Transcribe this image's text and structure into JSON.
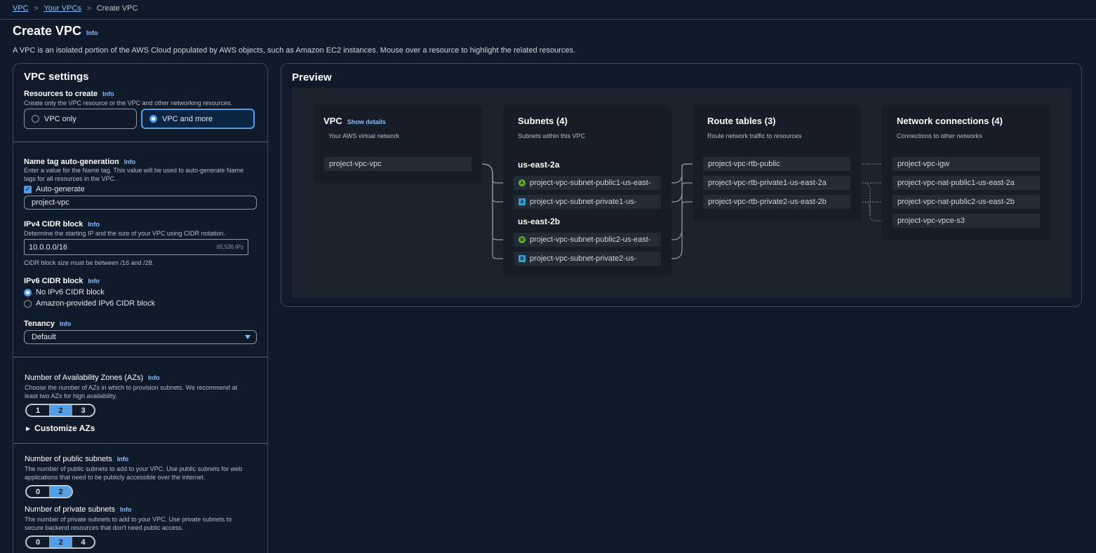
{
  "breadcrumb": {
    "items": [
      "VPC",
      "Your VPCs",
      "Create VPC"
    ]
  },
  "page": {
    "title": "Create VPC",
    "info": "Info",
    "description": "A VPC is an isolated portion of the AWS Cloud populated by AWS objects, such as Amazon EC2 instances. Mouse over a resource to highlight the related resources."
  },
  "settings": {
    "title": "VPC settings",
    "resources": {
      "label": "Resources to create",
      "info": "Info",
      "hint": "Create only the VPC resource or the VPC and other networking resources.",
      "options": [
        "VPC only",
        "VPC and more"
      ],
      "selected": "VPC and more"
    },
    "name_tag": {
      "label": "Name tag auto-generation",
      "info": "Info",
      "hint": "Enter a value for the Name tag. This value will be used to auto-generate Name tags for all resources in the VPC.",
      "auto_label": "Auto-generate",
      "auto_checked": true,
      "value": "project-vpc"
    },
    "ipv4": {
      "label": "IPv4 CIDR block",
      "info": "Info",
      "hint": "Determine the starting IP and the size of your VPC using CIDR notation.",
      "value": "10.0.0.0/16",
      "suffix": "65,536 IPs",
      "constraint": "CIDR block size must be between /16 and /28."
    },
    "ipv6": {
      "label": "IPv6 CIDR block",
      "info": "Info",
      "options": [
        "No IPv6 CIDR block",
        "Amazon-provided IPv6 CIDR block"
      ],
      "selected": "No IPv6 CIDR block"
    },
    "tenancy": {
      "label": "Tenancy",
      "info": "Info",
      "value": "Default"
    },
    "azs": {
      "label": "Number of Availability Zones (AZs)",
      "info": "Info",
      "hint": "Choose the number of AZs in which to provision subnets. We recommend at least two AZs for high availability.",
      "options": [
        "1",
        "2",
        "3"
      ],
      "selected": "2",
      "customize": "Customize AZs"
    },
    "public_subnets": {
      "label": "Number of public subnets",
      "info": "Info",
      "hint": "The number of public subnets to add to your VPC. Use public subnets for web applications that need to be publicly accessible over the internet.",
      "options": [
        "0",
        "2"
      ],
      "selected": "2"
    },
    "private_subnets": {
      "label": "Number of private subnets",
      "info": "Info",
      "hint": "The number of private subnets to add to your VPC. Use private subnets to secure backend resources that don't need public access.",
      "options": [
        "0",
        "2",
        "4"
      ],
      "selected": "2"
    }
  },
  "preview": {
    "title": "Preview",
    "vpc": {
      "title": "VPC",
      "show_details": "Show details",
      "subtitle": "Your AWS virtual network",
      "name": "project-vpc-vpc"
    },
    "subnets": {
      "title": "Subnets (4)",
      "subtitle": "Subnets within this VPC",
      "az1": "us-east-2a",
      "az2": "us-east-2b",
      "items": [
        {
          "badge": "A",
          "type": "public",
          "name": "project-vpc-subnet-public1-us-east-"
        },
        {
          "badge": "A",
          "type": "private",
          "name": "project-vpc-subnet-private1-us-"
        },
        {
          "badge": "B",
          "type": "public",
          "name": "project-vpc-subnet-public2-us-east-"
        },
        {
          "badge": "B",
          "type": "private",
          "name": "project-vpc-subnet-private2-us-"
        }
      ]
    },
    "route_tables": {
      "title": "Route tables (3)",
      "subtitle": "Route network traffic to resources",
      "items": [
        "project-vpc-rtb-public",
        "project-vpc-rtb-private1-us-east-2a",
        "project-vpc-rtb-private2-us-east-2b"
      ]
    },
    "network": {
      "title": "Network connections (4)",
      "subtitle": "Connections to other networks",
      "items": [
        "project-vpc-igw",
        "project-vpc-nat-public1-us-east-2a",
        "project-vpc-nat-public2-us-east-2b",
        "project-vpc-vpce-s3"
      ]
    }
  },
  "colors": {
    "background": "#0f1b2a",
    "accent": "#539fe5",
    "link": "#89bdff",
    "public_badge": "#6aaf35",
    "private_badge": "#36a2d3"
  }
}
